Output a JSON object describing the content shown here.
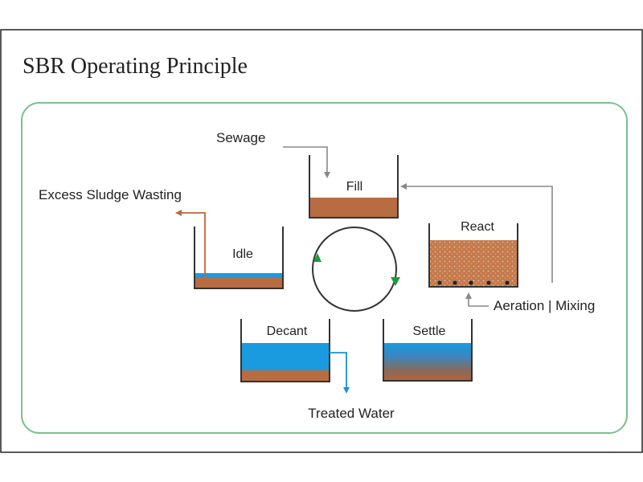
{
  "title": "SBR Operating Principle",
  "stages": {
    "fill": "Fill",
    "react": "React",
    "settle": "Settle",
    "decant": "Decant",
    "idle": "Idle"
  },
  "flows": {
    "sewage": "Sewage",
    "excess_sludge": "Excess Sludge Wasting",
    "aeration": "Aeration | Mixing",
    "treated_water": "Treated Water"
  },
  "colors": {
    "frame": "#222222",
    "panel_border": "#7cc08c",
    "sludge": "#b86c42",
    "water": "#1a9be0",
    "arrow_grey": "#888888",
    "cycle_arrow": "#1e9a3c",
    "sludge_arrow": "#c0673a",
    "water_arrow": "#1a8fe0"
  }
}
